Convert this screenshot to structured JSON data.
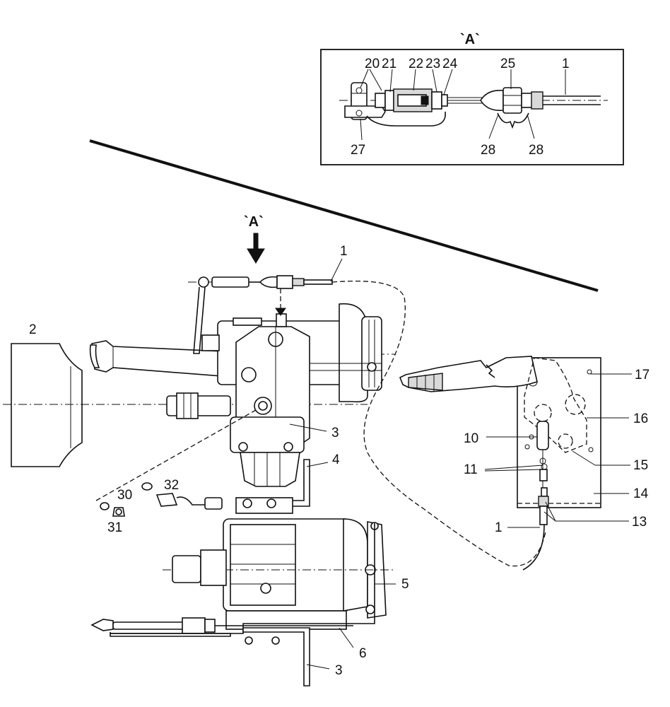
{
  "view_label": "`A`",
  "detail_view": {
    "title": "`A`",
    "labels": [
      "20",
      "21",
      "22",
      "23",
      "24",
      "25",
      "1",
      "27",
      "28",
      "28"
    ]
  },
  "main_view": {
    "view_arrow_label": "`A`",
    "labels": [
      "1",
      "2",
      "3",
      "4",
      "30",
      "32",
      "31",
      "5",
      "6",
      "3"
    ]
  },
  "lever_view": {
    "labels": [
      "17",
      "16",
      "10",
      "15",
      "11",
      "14",
      "1",
      "13"
    ]
  }
}
